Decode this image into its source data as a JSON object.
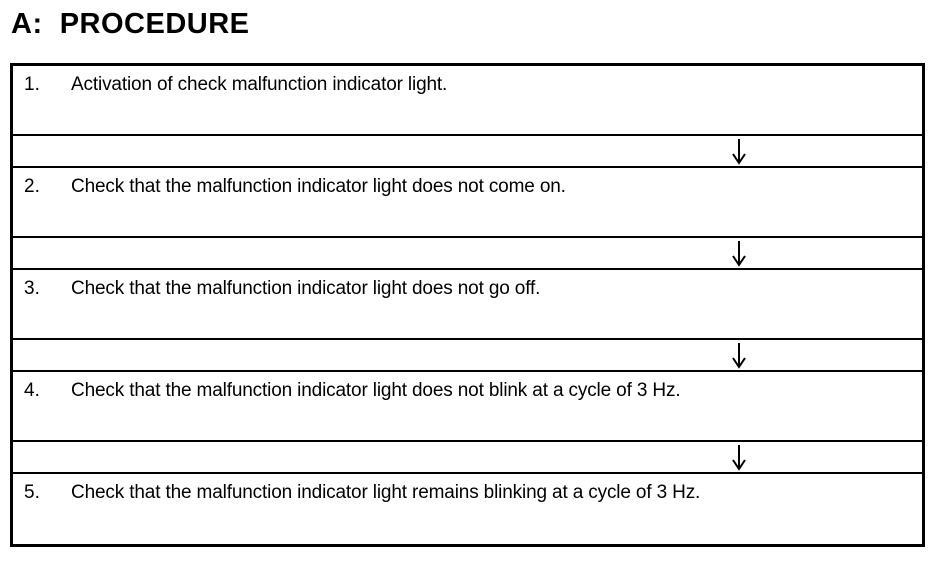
{
  "document": {
    "title": "A:  PROCEDURE",
    "section_letter": "A",
    "section_name": "PROCEDURE"
  },
  "colors": {
    "background": "#ffffff",
    "ink": "#000000",
    "border": "#000000"
  },
  "flowchart": {
    "type": "vertical-sequence",
    "connector_glyph": "↓",
    "connector_name": "down-arrow",
    "steps": [
      {
        "number": "1.",
        "text": "Activation of check malfunction indicator light."
      },
      {
        "number": "2.",
        "text": "Check that the malfunction indicator light does not come on."
      },
      {
        "number": "3.",
        "text": "Check that the malfunction indicator light does not go off."
      },
      {
        "number": "4.",
        "text": "Check that the malfunction indicator light does not blink at a cycle of 3 Hz."
      },
      {
        "number": "5.",
        "text": "Check that the malfunction indicator light remains blinking at a cycle of 3 Hz."
      }
    ]
  }
}
